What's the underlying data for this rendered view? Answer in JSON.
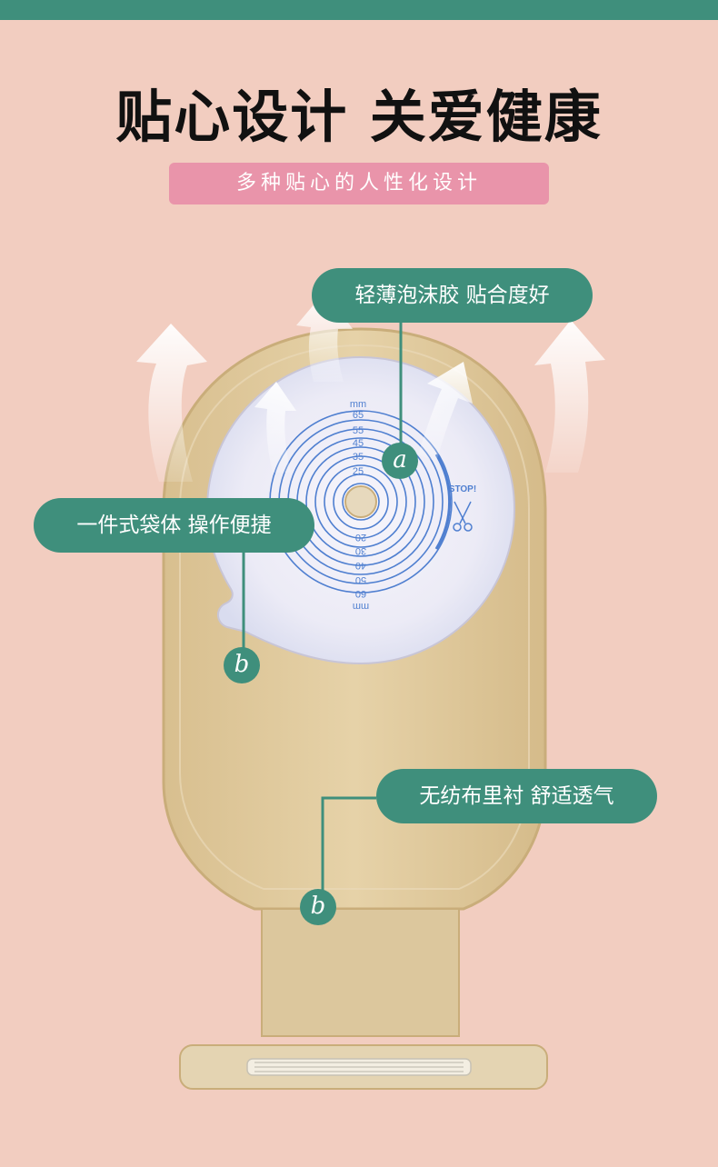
{
  "header": {
    "title": "贴心设计 关爱健康",
    "subtitle": "多种贴心的人性化设计"
  },
  "callouts": [
    {
      "text": "轻薄泡沫胶 贴合度好",
      "marker": "a"
    },
    {
      "text": "一件式袋体 操作便捷",
      "marker": "b"
    },
    {
      "text": "无纺布里衬 舒适透气",
      "marker": "b"
    }
  ],
  "scale": {
    "unit_top": "mm",
    "unit_bottom": "mm",
    "top_values": [
      "65",
      "55",
      "45",
      "35",
      "25"
    ],
    "bottom_values": [
      "20",
      "30",
      "40",
      "50",
      "60"
    ],
    "stop_label": "STOP!"
  },
  "colors": {
    "background": "#f2cdc0",
    "accent": "#3f8f7c",
    "subtitle_bg": "#e994aa"
  }
}
